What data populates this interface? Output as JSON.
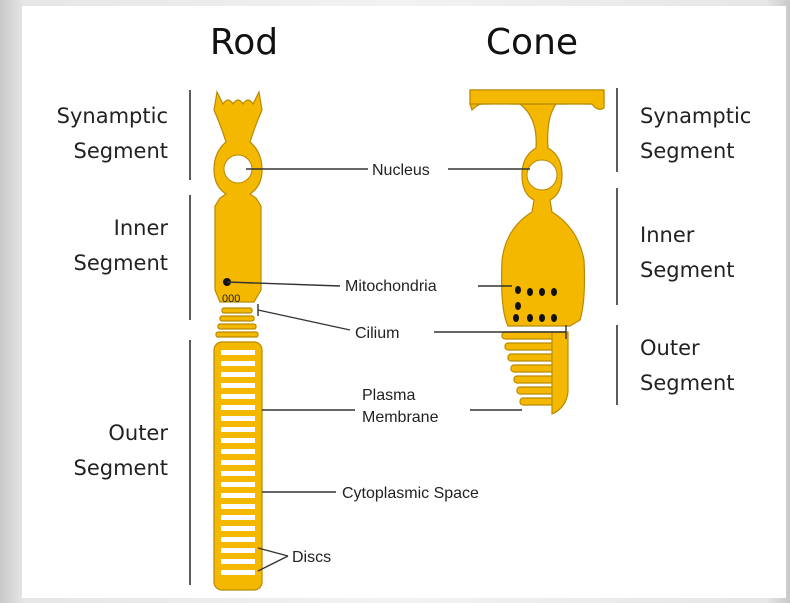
{
  "colors": {
    "cell": "#f5b800",
    "cell_outline": "#b98a00",
    "panel": "#ffffff",
    "text": "#222222"
  },
  "rod": {
    "title": "Rod",
    "segments": {
      "synaptic": [
        "Synamptic",
        "Segment"
      ],
      "inner": [
        "Inner",
        "Segment"
      ],
      "outer": [
        "Outer",
        "Segment"
      ]
    },
    "mito_label": "000"
  },
  "cone": {
    "title": "Cone",
    "segments": {
      "synaptic": [
        "Synamptic",
        "Segment"
      ],
      "inner": [
        "Inner",
        "Segment"
      ],
      "outer": [
        "Outer",
        "Segment"
      ]
    }
  },
  "labels": {
    "nucleus": "Nucleus",
    "mitochondria": "Mitochondria",
    "cilium": "Cilium",
    "plasma": [
      "Plasma",
      "Membrane"
    ],
    "cytoplasmic": "Cytoplasmic Space",
    "discs": "Discs"
  }
}
